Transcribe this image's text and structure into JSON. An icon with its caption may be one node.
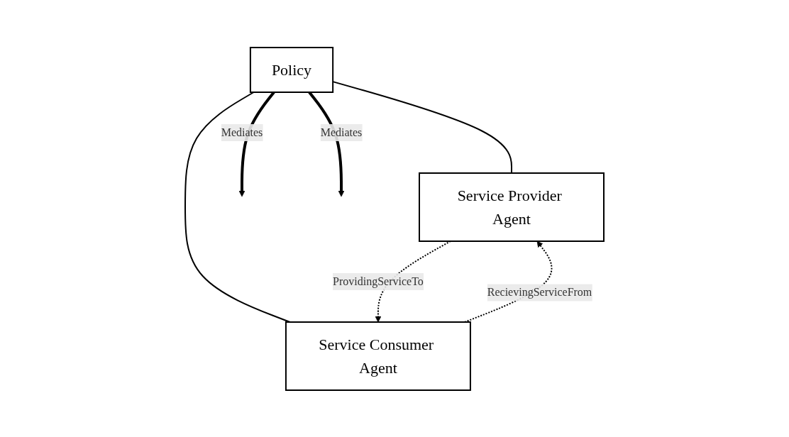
{
  "diagram": {
    "nodes": [
      {
        "text": [
          "Policy"
        ]
      },
      {
        "text": [
          "Service Provider Agent"
        ]
      },
      {
        "text": [
          "Service Consumer Agent"
        ]
      }
    ],
    "edges": [
      {
        "from": 0,
        "to": 1,
        "arrow": "none"
      },
      {
        "from": 0,
        "to": 2,
        "arrow": "none"
      },
      {
        "from": 2,
        "to": 1,
        "arrow": "to",
        "label": "RecievingServiceFrom",
        "style": "dashed"
      },
      {
        "from": 1,
        "to": 2,
        "arrow": "to",
        "label": "ProvidingServiceTo",
        "style": "dashed"
      },
      {
        "from": 0,
        "to": null,
        "arrow": "to",
        "label": "Mediates",
        "style": "thick"
      },
      {
        "from": 0,
        "to": null,
        "arrow": "to",
        "label": "Mediates",
        "style": "thick"
      }
    ]
  }
}
